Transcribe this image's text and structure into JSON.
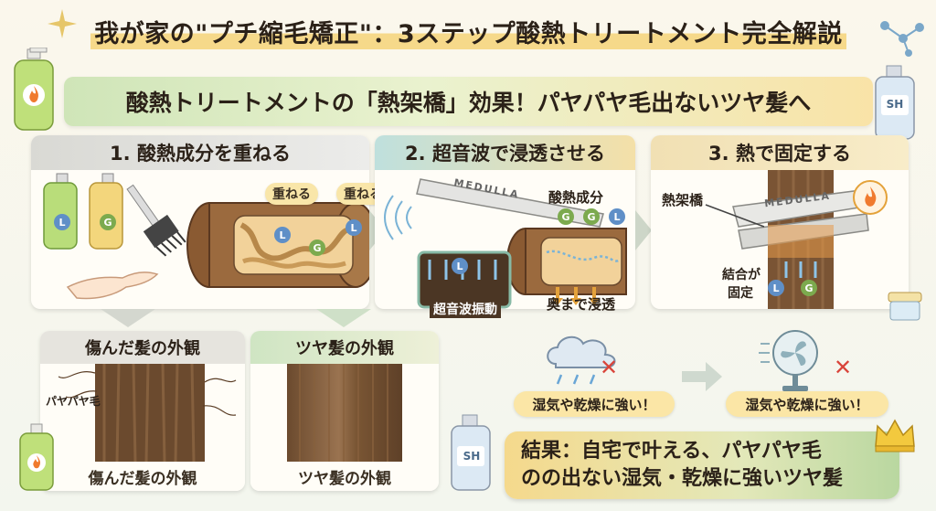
{
  "title": "我が家の\"プチ縮毛矯正\"：3ステップ酸熱トリートメント完全解説",
  "subtitle": "酸熱トリートメントの「熱架橋」効果！パヤパヤ毛出ないツヤ髪へ",
  "steps": [
    {
      "title": "1. 酸熱成分を重ねる",
      "tags": [
        "重ねる",
        "重ねる"
      ]
    },
    {
      "title": "2. 超音波で浸透させる",
      "brand": "MEDULLA",
      "label_ingredient": "酸熱成分",
      "label_ultrasonic": "超音波振動",
      "label_deep": "奥まで浸透"
    },
    {
      "title": "3. 熱で固定する",
      "brand": "MEDULLA",
      "label_bridge": "熱架橋",
      "label_bond_1": "結合が",
      "label_bond_2": "固定"
    }
  ],
  "badges": {
    "L": "L",
    "G": "G"
  },
  "bottle_label": "SH",
  "hair": {
    "damaged_head": "傷んだ髪の外観",
    "damaged_foot": "傷んだ髪の外観",
    "frizz_label": "パヤパヤ毛",
    "glossy_head": "ツヤ髪の外観",
    "glossy_foot": "ツヤ髪の外観"
  },
  "resist": {
    "humidity": "湿気や乾燥に強い！",
    "dryness": "湿気や乾燥に強い！"
  },
  "result": {
    "line1": "結果：自宅で叶える、パヤパヤ毛",
    "line2": "のの出ない湿気・乾燥に強いツヤ髪"
  },
  "colors": {
    "accent_yellow": "#f6d98a",
    "green": "#7caa4e",
    "blue": "#5f8fc7",
    "hair_brown": "#6b4a2e",
    "cross_red": "#d9443a"
  }
}
